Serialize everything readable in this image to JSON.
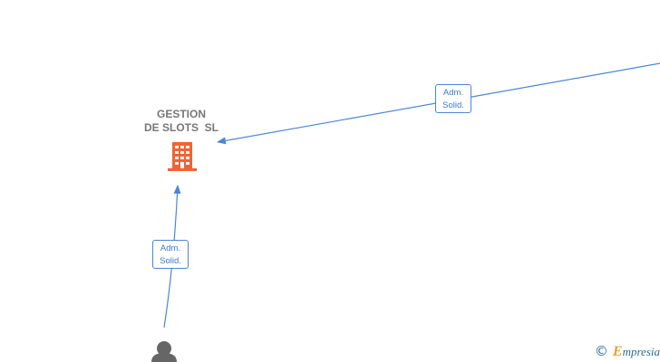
{
  "company": {
    "name_line1": "GESTION",
    "name_line2": "DE SLOTS  SL",
    "icon": "building-icon",
    "icon_color": "#f26234"
  },
  "edges": [
    {
      "id": "top-right-link",
      "label_line1": "Adm.",
      "label_line2": "Solid."
    },
    {
      "id": "person-link",
      "label_line1": "Adm.",
      "label_line2": "Solid."
    }
  ],
  "person": {
    "icon": "person-icon",
    "icon_color": "#666666"
  },
  "colors": {
    "edge": "#4a86d8",
    "label_text": "#3b78c8"
  },
  "watermark": {
    "symbol": "©",
    "brand_initial": "E",
    "brand_rest": "mpresia"
  }
}
